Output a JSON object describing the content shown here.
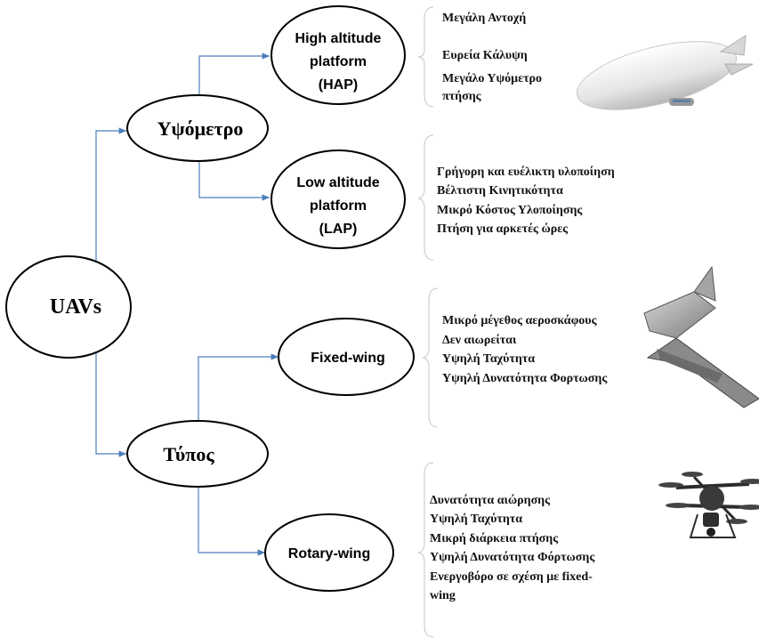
{
  "nodes": {
    "root": "UAVs",
    "altitude": "Υψόμετρο",
    "type": "Τύπος",
    "hap": [
      "High altitude",
      "platform",
      "(HAP)"
    ],
    "lap": [
      "Low altitude",
      "platform",
      "(LAP)"
    ],
    "fixed": "Fixed-wing",
    "rotary": "Rotary-wing"
  },
  "features": {
    "hap": [
      "Μεγάλη Αντοχή",
      "Ευρεία Κάλυψη",
      "Μεγάλο Υψόμετρο",
      "πτήσης"
    ],
    "lap": [
      "Γρήγορη και ευέλικτη υλοποίηση",
      "Βέλτιστη Κινητικότητα",
      "Μικρό Κόστος Υλοποίησης",
      "Πτήση για αρκετές ώρες"
    ],
    "fixed": [
      "Μικρό μέγεθος αεροσκάφους",
      "Δεν αιωρείται",
      "Υψηλή Ταχύτητα",
      "Υψηλή Δυνατότητα Φορτωσης"
    ],
    "rotary": [
      "Δυνατότητα αιώρησης",
      "Υψηλή Ταχύτητα",
      "Μικρή διάρκεια πτήσης",
      "Υψηλή Δυνατότητα Φόρτωσης",
      "Ενεργοβόρο σε σχέση με fixed-",
      "wing"
    ]
  },
  "illustrations": [
    "airship-illustration",
    "fixed-wing-drone-illustration",
    "hexacopter-illustration"
  ],
  "colors": {
    "connector": "#4a7ebb",
    "brace": "#cfcfcf"
  }
}
